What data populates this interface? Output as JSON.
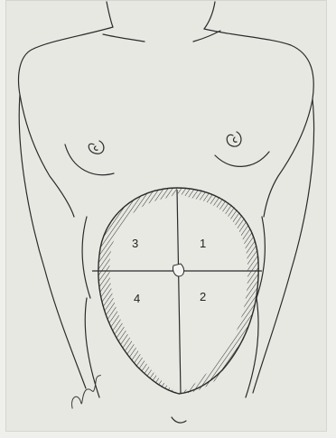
{
  "quadrants": [
    {
      "label": "3"
    },
    {
      "label": "1"
    },
    {
      "label": "4"
    },
    {
      "label": "2"
    }
  ],
  "colors": {
    "ink": "#2b2b2b",
    "paper": "#e8e8e3"
  }
}
